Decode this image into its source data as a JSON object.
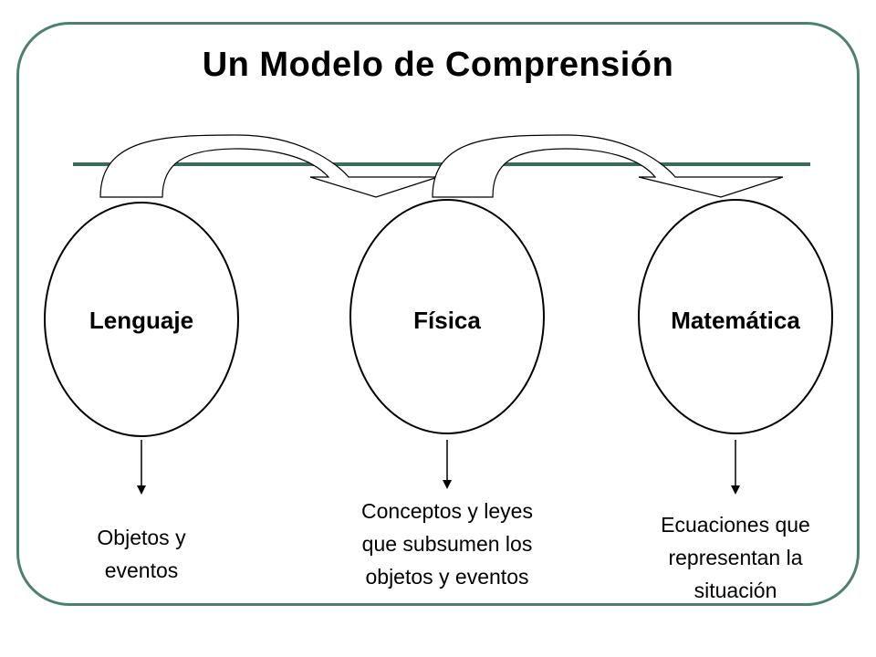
{
  "title": "Un Modelo de Comprensión",
  "nodes": [
    {
      "label": "Lenguaje",
      "description": "Objetos y\neventos"
    },
    {
      "label": "Física",
      "description": "Conceptos y leyes\nque subsumen los\nobjetos y eventos"
    },
    {
      "label": "Matemática",
      "description": "Ecuaciones que\nrepresentan la\nsituación"
    }
  ],
  "colors": {
    "frame": "#4f7f72",
    "bar": "#3a6b5c",
    "stroke": "#000000"
  }
}
